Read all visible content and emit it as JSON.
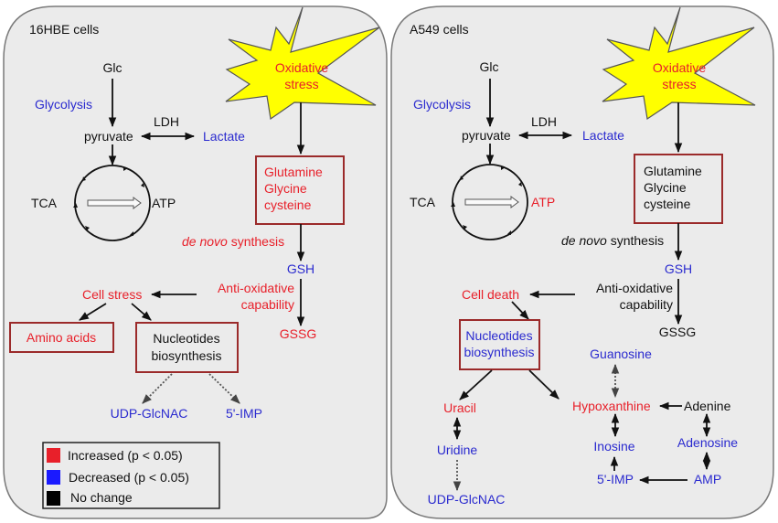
{
  "legend": {
    "items": [
      {
        "label": "Increased (p < 0.05)",
        "color": "#e8202a"
      },
      {
        "label": "Decreased (p < 0.05)",
        "color": "#1a1aff"
      },
      {
        "label": "No change",
        "color": "#000000"
      }
    ]
  },
  "colors": {
    "increased": "#e8202a",
    "decreased": "#2a2acf",
    "no_change": "#111111",
    "stress_fill": "#ffff00",
    "box_border": "#9b2a2a"
  },
  "left": {
    "title": "16HBE cells",
    "glc": "Glc",
    "glycolysis": "Glycolysis",
    "ldh": "LDH",
    "pyruvate": "pyruvate",
    "lactate": "Lactate",
    "tca": "TCA",
    "atp": "ATP",
    "stress_line1": "Oxidative",
    "stress_line2": "stress",
    "aa_line1": "Glutamine",
    "aa_line2": "Glycine",
    "aa_line3": "cysteine",
    "denovo_italic": "de novo",
    "denovo_rest": " synthesis",
    "gsh": "GSH",
    "anti_line1": "Anti-oxidative",
    "anti_line2": "capability",
    "gssg": "GSSG",
    "cell_stress": "Cell stress",
    "amino_acids": "Amino acids",
    "nuc_line1": "Nucleotides",
    "nuc_line2": "biosynthesis",
    "udp": "UDP-GlcNAC",
    "imp": "5'-IMP"
  },
  "right": {
    "title": "A549 cells",
    "glc": "Glc",
    "glycolysis": "Glycolysis",
    "ldh": "LDH",
    "pyruvate": "pyruvate",
    "lactate": "Lactate",
    "tca": "TCA",
    "atp": "ATP",
    "stress_line1": "Oxidative",
    "stress_line2": "stress",
    "aa_line1": "Glutamine",
    "aa_line2": "Glycine",
    "aa_line3": "cysteine",
    "denovo_italic": "de novo",
    "denovo_rest": " synthesis",
    "gsh": "GSH",
    "anti_line1": "Anti-oxidative",
    "anti_line2": "capability",
    "gssg": "GSSG",
    "cell_death": "Cell death",
    "nuc_line1": "Nucleotides",
    "nuc_line2": "biosynthesis",
    "uracil": "Uracil",
    "uridine": "Uridine",
    "udp": "UDP-GlcNAC",
    "guanosine": "Guanosine",
    "hypoxanthine": "Hypoxanthine",
    "adenine": "Adenine",
    "inosine": "Inosine",
    "adenosine": "Adenosine",
    "imp": "5'-IMP",
    "amp": "AMP"
  }
}
